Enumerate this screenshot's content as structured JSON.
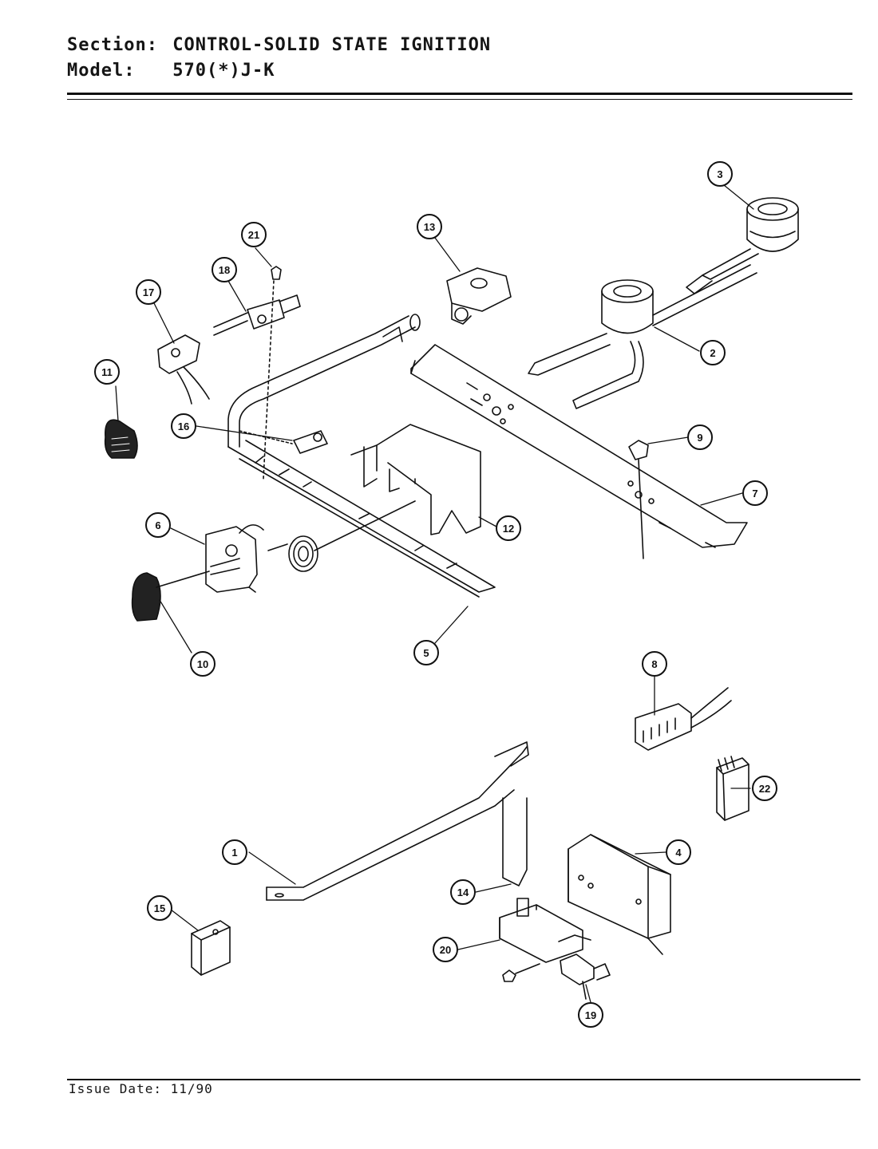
{
  "header": {
    "section_label": "Section:",
    "section_value": "CONTROL-SOLID STATE IGNITION",
    "model_label": "Model:",
    "model_value": "570(*)J-K"
  },
  "footer": {
    "issue_date": "Issue Date: 11/90"
  },
  "callouts": [
    "1",
    "2",
    "3",
    "4",
    "5",
    "6",
    "7",
    "8",
    "9",
    "10",
    "11",
    "12",
    "13",
    "14",
    "15",
    "16",
    "17",
    "18",
    "19",
    "20",
    "21",
    "22"
  ],
  "colors": {
    "ink": "#111111",
    "paper": "#ffffff"
  }
}
